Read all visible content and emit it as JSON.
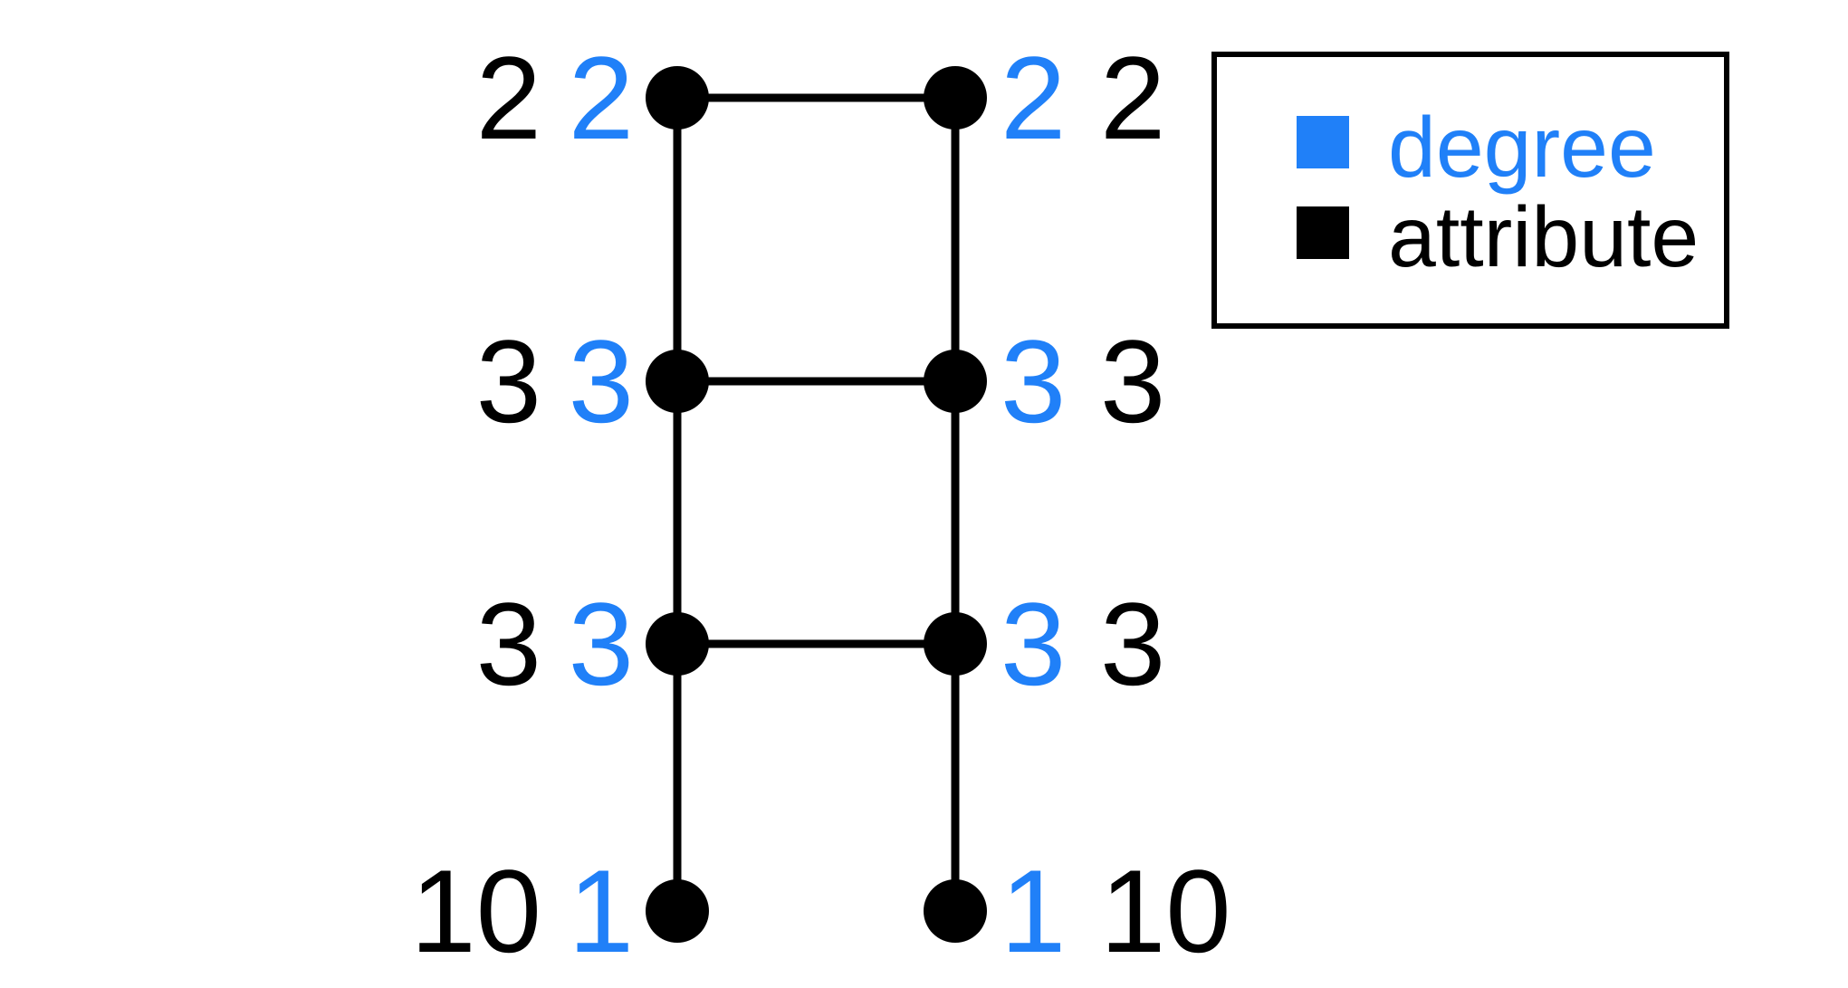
{
  "colors": {
    "degree": "#2080F8",
    "attribute": "#000000"
  },
  "legend": {
    "degree_label": "degree",
    "attribute_label": "attribute"
  },
  "graph": {
    "nodes": [
      {
        "id": "top-left",
        "degree": "2",
        "attribute": "2"
      },
      {
        "id": "top-right",
        "degree": "2",
        "attribute": "2"
      },
      {
        "id": "mid-upper-left",
        "degree": "3",
        "attribute": "3"
      },
      {
        "id": "mid-upper-right",
        "degree": "3",
        "attribute": "3"
      },
      {
        "id": "mid-lower-left",
        "degree": "3",
        "attribute": "3"
      },
      {
        "id": "mid-lower-right",
        "degree": "3",
        "attribute": "3"
      },
      {
        "id": "bottom-left",
        "degree": "1",
        "attribute": "10"
      },
      {
        "id": "bottom-right",
        "degree": "1",
        "attribute": "10"
      }
    ],
    "edges": [
      [
        "top-left",
        "top-right"
      ],
      [
        "mid-upper-left",
        "mid-upper-right"
      ],
      [
        "mid-lower-left",
        "mid-lower-right"
      ],
      [
        "top-left",
        "mid-upper-left"
      ],
      [
        "mid-upper-left",
        "mid-lower-left"
      ],
      [
        "mid-lower-left",
        "bottom-left"
      ],
      [
        "top-right",
        "mid-upper-right"
      ],
      [
        "mid-upper-right",
        "mid-lower-right"
      ],
      [
        "mid-lower-right",
        "bottom-right"
      ]
    ]
  }
}
